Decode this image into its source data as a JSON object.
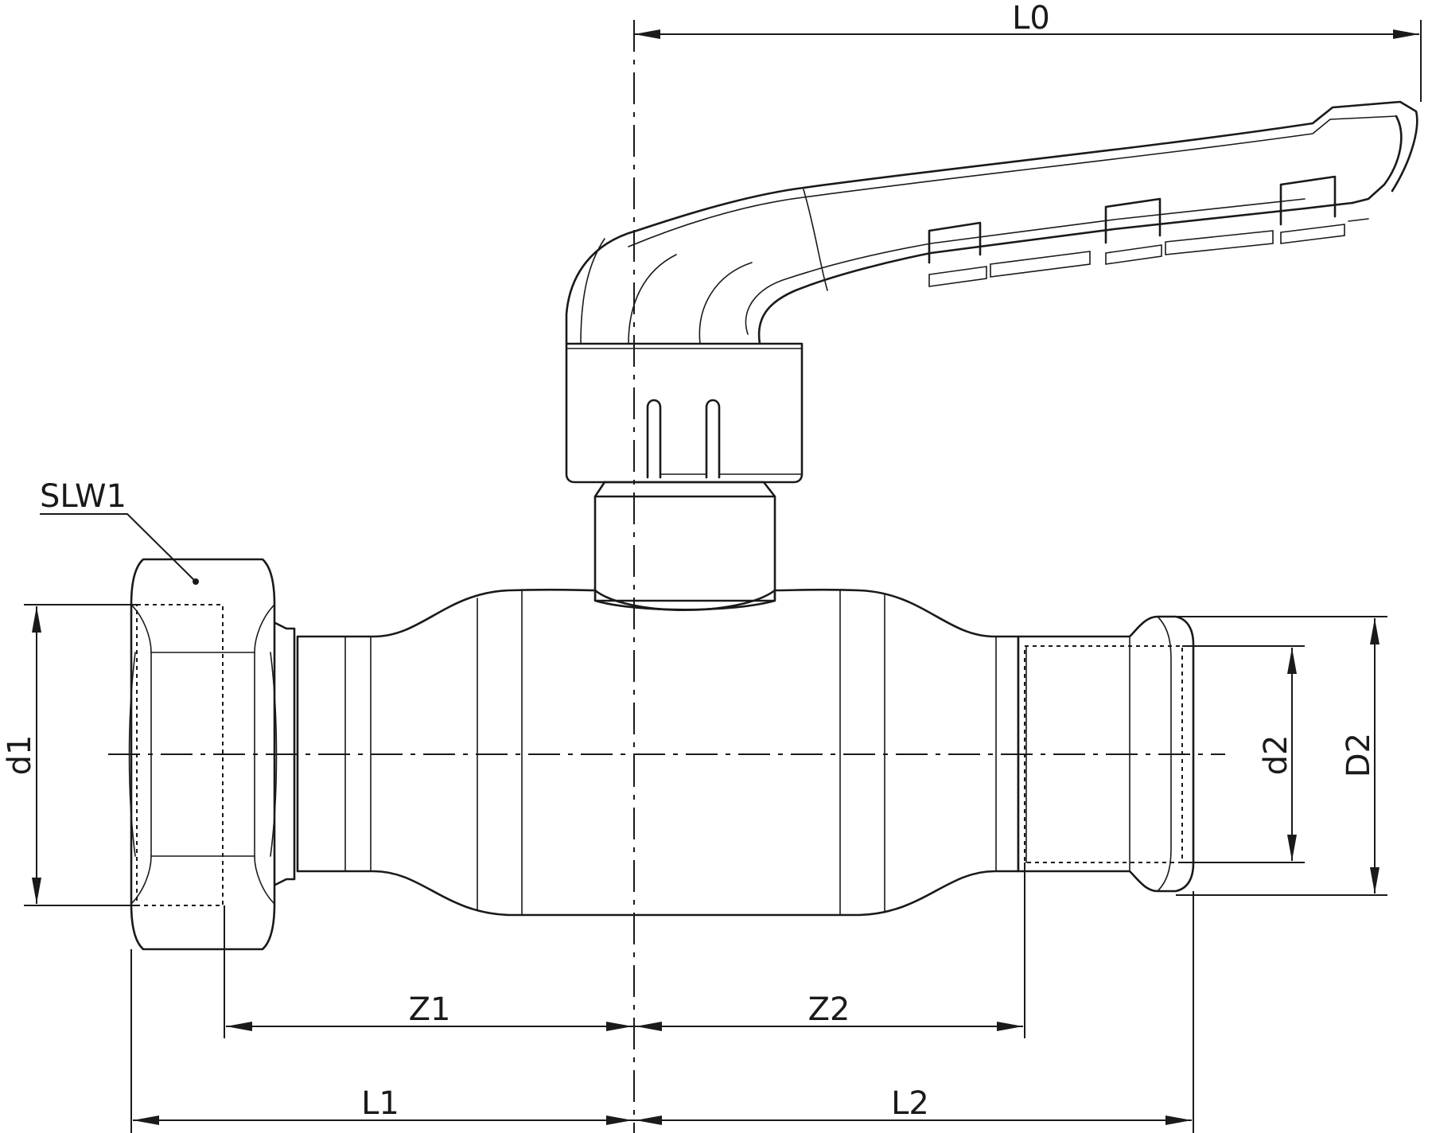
{
  "labels": {
    "L0": "L0",
    "SLW1": "SLW1",
    "d1": "d1",
    "d2": "d2",
    "D2": "D2",
    "Z1": "Z1",
    "Z2": "Z2",
    "L1": "L1",
    "L2": "L2"
  }
}
